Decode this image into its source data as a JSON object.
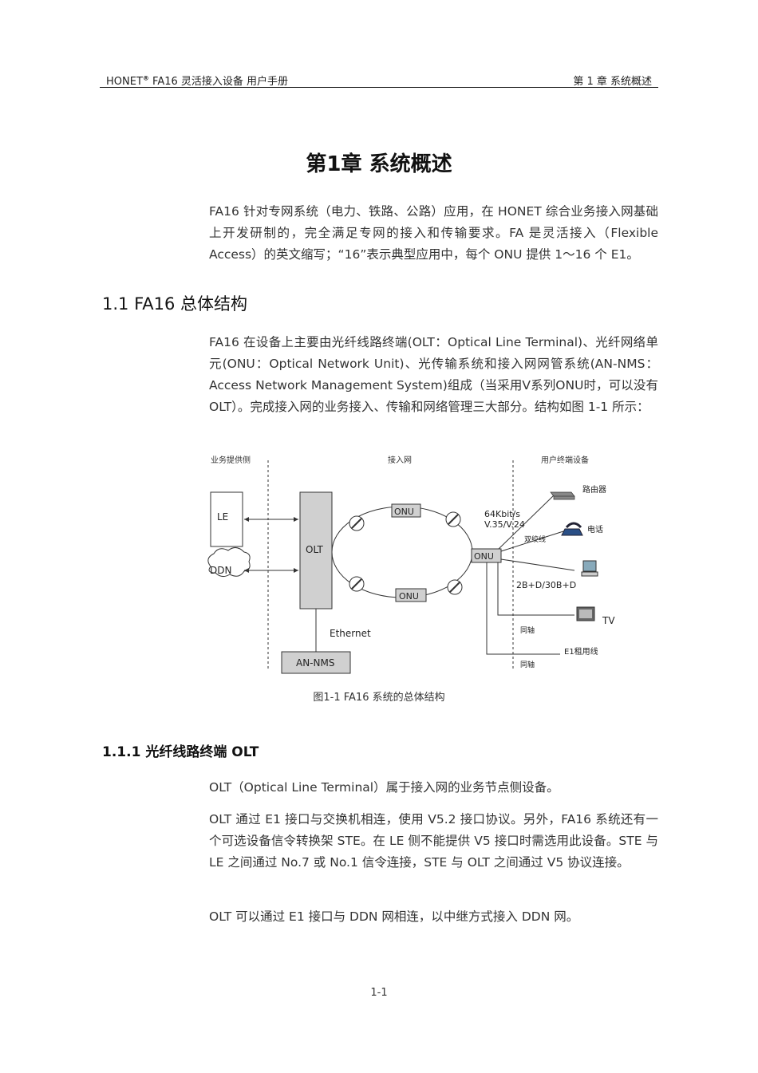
{
  "header": {
    "brand": "HONET",
    "reg_mark": "®",
    "doc_name": "FA16 灵活接入设备 用户手册",
    "chapter": "第 1 章 系统概述"
  },
  "chapter_title": "第1章 系统概述",
  "intro_paragraph": "FA16 针对专网系统（电力、铁路、公路）应用，在 HONET 综合业务接入网基础上开发研制的，完全满足专网的接入和传输要求。FA 是灵活接入（Flexible Access）的英文缩写；“16”表示典型应用中，每个 ONU 提供 1～16 个 E1。",
  "section_1_1": {
    "heading": "1.1  FA16 总体结构",
    "paragraph": "FA16 在设备上主要由光纤线路终端(OLT：Optical Line Terminal)、光纤网络单元(ONU：Optical Network Unit)、光传输系统和接入网网管系统(AN-NMS：Access Network  Management System)组成（当采用V系列ONU时，可以没有OLT）。完成接入网的业务接入、传输和网络管理三大部分。结构如图 1-1 所示："
  },
  "figure": {
    "zone_labels": [
      "业务提供侧",
      "接入网",
      "用户终端设备"
    ],
    "boxes": {
      "le": "LE",
      "ddn": "DDN",
      "olt": "OLT",
      "onu_top": "ONU",
      "onu_bottom": "ONU",
      "onu_right": "ONU",
      "an_nms": "AN-NMS"
    },
    "labels": {
      "ethernet": "Ethernet",
      "rate_line1": "64Kbit/s",
      "rate_line2": "V.35/V.24",
      "twisted_pair": "双绞线",
      "isdn": "2B+D/30B+D",
      "router": "路由器",
      "phone": "电话",
      "tv": "TV",
      "coax1": "同轴",
      "e1_leased": "E1租用线",
      "coax2": "同轴"
    },
    "caption": "图1-1  FA16 系统的总体结构"
  },
  "section_1_1_1": {
    "heading": "1.1.1  光纤线路终端 OLT",
    "paragraphs": [
      "OLT（Optical Line Terminal）属于接入网的业务节点侧设备。",
      "OLT 通过 E1 接口与交换机相连，使用 V5.2 接口协议。另外，FA16 系统还有一个可选设备信令转换架 STE。在 LE 侧不能提供 V5 接口时需选用此设备。STE 与 LE 之间通过 No.7 或 No.1 信令连接，STE 与 OLT 之间通过 V5 协议连接。",
      "OLT 可以通过 E1 接口与 DDN 网相连，以中继方式接入 DDN 网。"
    ]
  },
  "page_number": "1-1"
}
